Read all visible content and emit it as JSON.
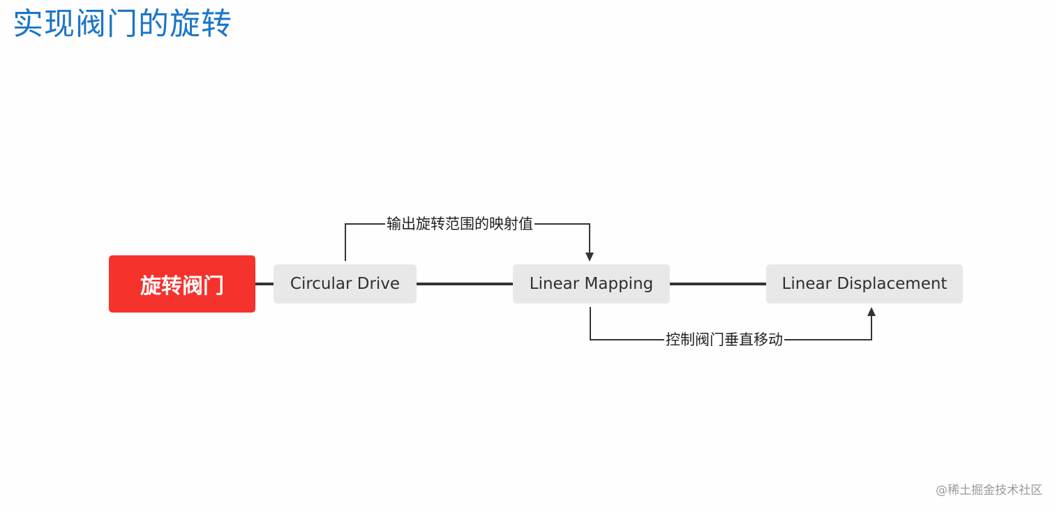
{
  "title": "实现阀门的旋转",
  "nodes": {
    "root": "旋转阀门",
    "circular_drive": "Circular Drive",
    "linear_mapping": "Linear Mapping",
    "linear_displacement": "Linear Displacement"
  },
  "edge_labels": {
    "drive_to_mapping": "输出旋转范围的映射值",
    "mapping_to_displacement": "控制阀门垂直移动"
  },
  "watermark": "@稀土掘金技术社区",
  "colors": {
    "title": "#1c76c8",
    "root_fill": "#f5322c",
    "node_fill": "#e8e8e8",
    "line": "#333333"
  }
}
